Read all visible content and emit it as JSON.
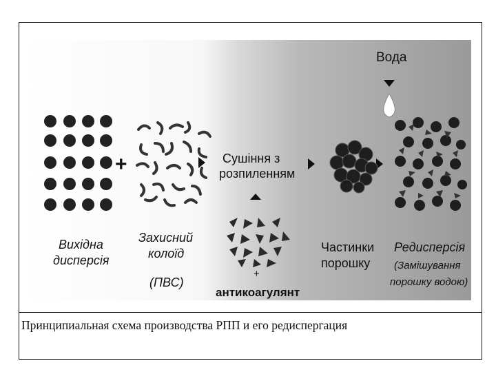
{
  "figure": {
    "labels": {
      "water": "Вода",
      "spray_drying": [
        "Сушіння з",
        "розпиленням"
      ],
      "initial_dispersion": [
        "Вихідна",
        "дисперсія"
      ],
      "protective_colloid": [
        "Захисний",
        "колоїд"
      ],
      "pva": "(ПВС)",
      "powder_particles": [
        "Частинки",
        "порошку"
      ],
      "redispersion": "Редисперсія",
      "redispersion_note": [
        "(Замішування",
        "порошку водою)"
      ],
      "plus_sign": "+",
      "anticoagulant": "антикоагулянт"
    }
  },
  "caption": "Принципиальная схема производства РПП и его редиспергация"
}
